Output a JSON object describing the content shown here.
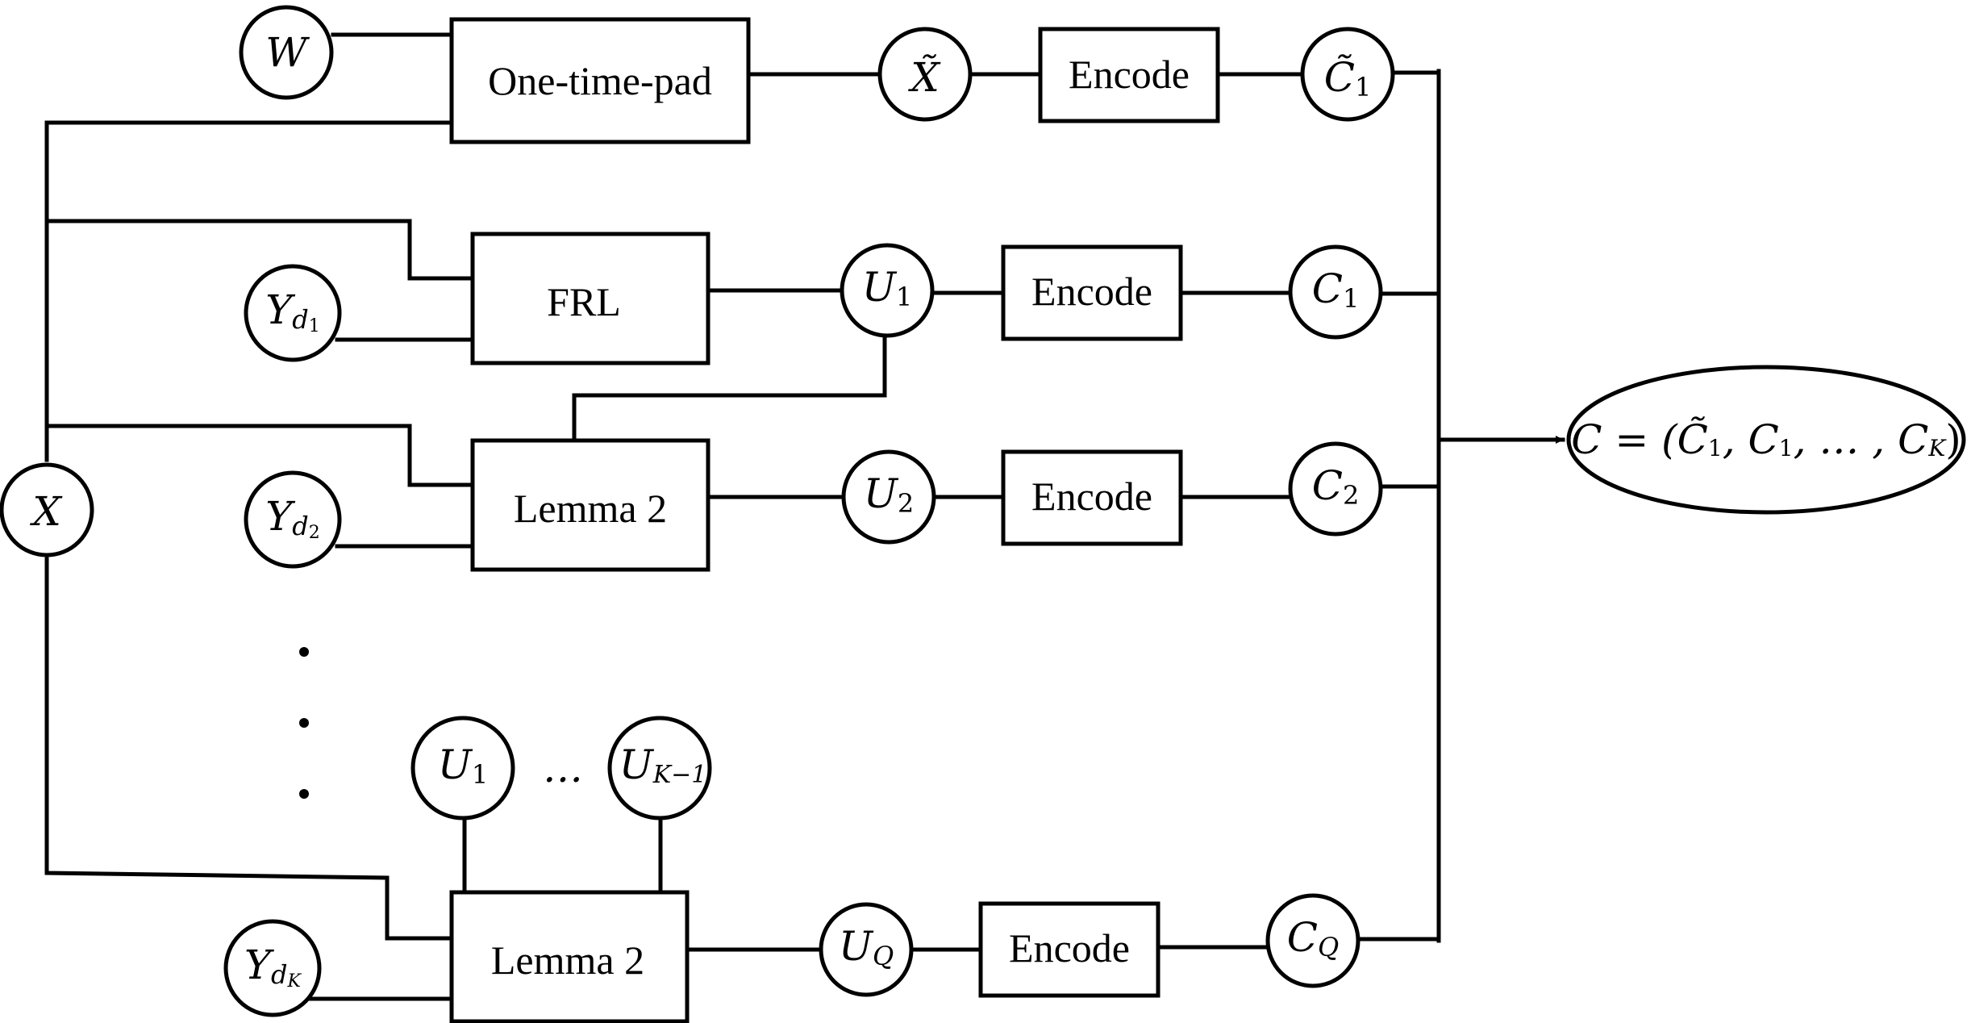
{
  "boxes": {
    "otp": "One-time-pad",
    "frl": "FRL",
    "lemma_a": "Lemma 2",
    "lemma_b": "Lemma 2",
    "encode_1": "Encode",
    "encode_2": "Encode",
    "encode_3": "Encode",
    "encode_4": "Encode"
  },
  "nodes": {
    "w": {
      "main": "W",
      "sub": "",
      "subsub": ""
    },
    "xtilde": {
      "main": "X̃",
      "sub": "",
      "subsub": ""
    },
    "ctilde1": {
      "main": "C̃",
      "sub": "1",
      "subsub": ""
    },
    "yd1": {
      "main": "Y",
      "sub": "d",
      "subsub": "1"
    },
    "u1": {
      "main": "U",
      "sub": "1",
      "subsub": ""
    },
    "c1": {
      "main": "C",
      "sub": "1",
      "subsub": ""
    },
    "x": {
      "main": "X",
      "sub": "",
      "subsub": ""
    },
    "yd2": {
      "main": "Y",
      "sub": "d",
      "subsub": "2"
    },
    "u2": {
      "main": "U",
      "sub": "2",
      "subsub": ""
    },
    "c2": {
      "main": "C",
      "sub": "2",
      "subsub": ""
    },
    "u1b": {
      "main": "U",
      "sub": "1",
      "subsub": ""
    },
    "ukm1": {
      "main": "U",
      "sub": "K−1",
      "subsub": ""
    },
    "ydk": {
      "main": "Y",
      "sub": "d",
      "subsub": "K"
    },
    "uq": {
      "main": "U",
      "sub": "Q",
      "subsub": ""
    },
    "cq": {
      "main": "C",
      "sub": "Q",
      "subsub": ""
    }
  },
  "inline_ellipsis": "…",
  "output": {
    "p1": "C = (C̃",
    "s1": "1",
    "p2": ", C",
    "s2": "1",
    "p3": ", … , C",
    "s3": "K",
    "p4": ")"
  }
}
